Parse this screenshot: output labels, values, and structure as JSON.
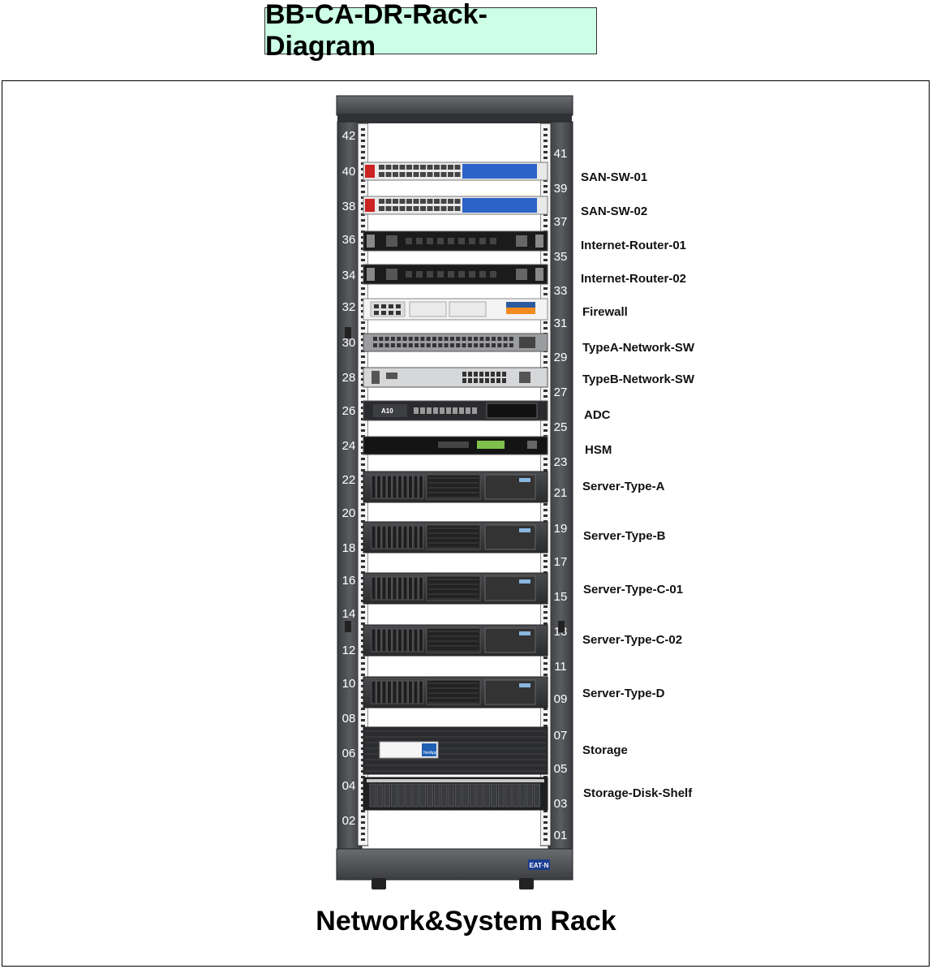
{
  "title": "BB-CA-DR-Rack-Diagram",
  "rack_label": "Network&System Rack",
  "brand": "EAT·N",
  "unit_numbers_left": [
    "42",
    "40",
    "38",
    "36",
    "34",
    "32",
    "30",
    "28",
    "26",
    "24",
    "22",
    "20",
    "18",
    "16",
    "14",
    "12",
    "10",
    "08",
    "06",
    "04",
    "02"
  ],
  "unit_numbers_right": [
    "41",
    "39",
    "37",
    "35",
    "33",
    "31",
    "29",
    "27",
    "25",
    "23",
    "21",
    "19",
    "17",
    "15",
    "13",
    "11",
    "09",
    "07",
    "05",
    "03",
    "01"
  ],
  "devices": [
    {
      "label": "SAN-SW-01",
      "kind": "san"
    },
    {
      "label": "SAN-SW-02",
      "kind": "san"
    },
    {
      "label": "Internet-Router-01",
      "kind": "router"
    },
    {
      "label": "Internet-Router-02",
      "kind": "router"
    },
    {
      "label": "Firewall",
      "kind": "firewall",
      "logo": "SOPHOS"
    },
    {
      "label": "TypeA-Network-SW",
      "kind": "switchA"
    },
    {
      "label": "TypeB-Network-SW",
      "kind": "switchB"
    },
    {
      "label": "ADC",
      "kind": "adc",
      "logo": "A10"
    },
    {
      "label": "HSM",
      "kind": "hsm"
    },
    {
      "label": "Server-Type-A",
      "kind": "server"
    },
    {
      "label": "Server-Type-B",
      "kind": "server"
    },
    {
      "label": "Server-Type-C-01",
      "kind": "server"
    },
    {
      "label": "Server-Type-C-02",
      "kind": "server"
    },
    {
      "label": "Server-Type-D",
      "kind": "server"
    },
    {
      "label": "Storage",
      "kind": "storage",
      "logo": "NetApp"
    },
    {
      "label": "Storage-Disk-Shelf",
      "kind": "shelf"
    }
  ]
}
